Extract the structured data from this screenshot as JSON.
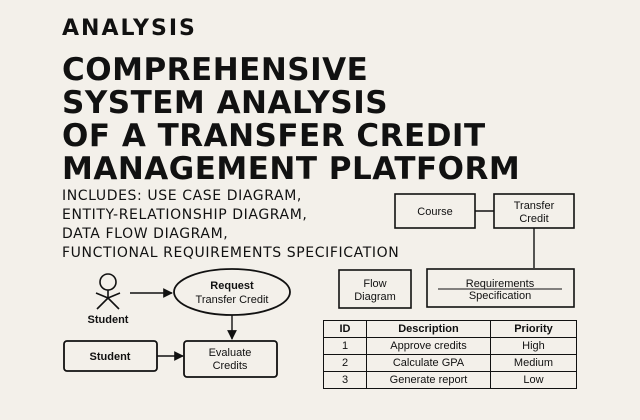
{
  "kicker": "ANALYSIS",
  "title_lines": [
    "COMPREHENSIVE",
    "SYSTEM ANALYSIS",
    "OF A TRANSFER CREDIT",
    "MANAGEMENT PLATFORM"
  ],
  "includes_lines": [
    "INCLUDES: USE CASE DIAGRAM,",
    "ENTITY-RELATIONSHIP DIAGRAM,",
    "DATA FLOW DIAGRAM,",
    "FUNCTIONAL REQUIREMENTS SPECIFICATION"
  ],
  "diagram": {
    "actor_label": "Student",
    "request_line1": "Request",
    "request_line2": "Transfer Credit",
    "student_box": "Student",
    "evaluate_line1": "Evaluate",
    "evaluate_line2": "Credits",
    "course_box": "Course",
    "transfer_line1": "Transfer",
    "transfer_line2": "Credit",
    "flow_line1": "Flow",
    "flow_line2": "Diagram",
    "req_line1": "Requirements",
    "req_line2": "Specification"
  },
  "table": {
    "headers": [
      "ID",
      "Description",
      "Priority"
    ],
    "rows": [
      [
        "1",
        "Approve credits",
        "High"
      ],
      [
        "2",
        "Calculate GPA",
        "Medium"
      ],
      [
        "3",
        "Generate report",
        "Low"
      ]
    ]
  }
}
